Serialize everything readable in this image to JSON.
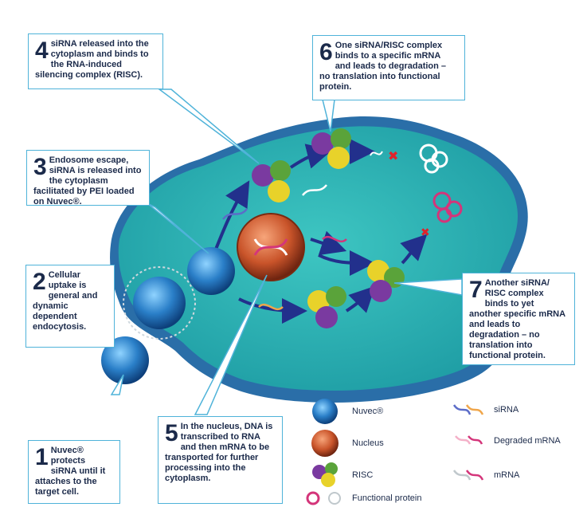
{
  "colors": {
    "cell_body": "#2fb5b4",
    "cell_edge": "#2a6ea8",
    "callout_border": "#4fb3d9",
    "text": "#1b2a4a",
    "arrow": "#22308c",
    "nuvec": "#1f6fb8",
    "nucleus": "#c9542a",
    "degraded": "#d4357a",
    "x_mark": "#e0222a"
  },
  "steps": [
    {
      "num": "1",
      "text": "Nuvec® protects siRNA until it attaches to the target cell."
    },
    {
      "num": "2",
      "text": "Cellular uptake is general and dynamic dependent endocytosis."
    },
    {
      "num": "3",
      "text": "Endosome escape, siRNA is released into the cytoplasm facilitated by PEI loaded on Nuvec®."
    },
    {
      "num": "4",
      "text": "siRNA released into the cytoplasm and binds to the RNA-induced silencing complex (RISC)."
    },
    {
      "num": "5",
      "text": "In the nucleus, DNA is transcribed to RNA and then mRNA to be transported for further processing into the cytoplasm."
    },
    {
      "num": "6",
      "text": "One siRNA/RISC complex binds to a specific mRNA and leads to degradation – no translation into functional protein."
    },
    {
      "num": "7",
      "text": "Another siRNA/ RISC complex binds to yet another specific mRNA and leads to degradation – no translation into functional protein."
    }
  ],
  "legend": {
    "nuvec": "Nuvec®",
    "nucleus": "Nucleus",
    "risc": "RISC",
    "functional_protein": "Functional protein",
    "sirna": "siRNA",
    "degraded_mrna": "Degraded mRNA",
    "mrna": "mRNA"
  },
  "icons": [
    "nuvec-particle-icon",
    "nucleus-icon",
    "risc-complex-icon",
    "functional-protein-icon",
    "sirna-icon",
    "degraded-mrna-icon",
    "mrna-icon",
    "degradation-x-icon"
  ]
}
